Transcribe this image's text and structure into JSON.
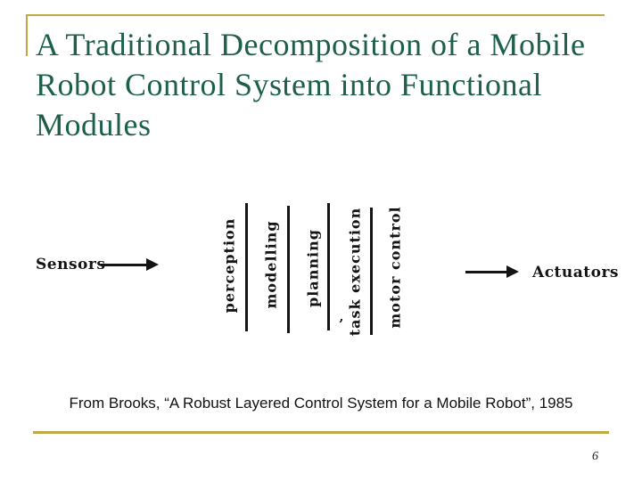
{
  "slide": {
    "title": "A Traditional Decomposition of a Mobile Robot Control System into Functional Modules",
    "title_lines": [
      "A Traditional Decomposition of a Mobile",
      "Robot Control System into Functional",
      "Modules"
    ],
    "citation": "From Brooks, “A Robust Layered Control System for a Mobile Robot”, 1985",
    "page_number": "6"
  },
  "colors": {
    "title_green": "#1d5f4b",
    "accent_gold": "#c2a747",
    "diagram_ink": "#141414"
  },
  "diagram": {
    "source_label": "Sensors",
    "sink_label": "Actuators",
    "modules": [
      "perception",
      "modelling",
      "planning",
      "task execution",
      "motor control"
    ],
    "scan_mark": "’"
  }
}
